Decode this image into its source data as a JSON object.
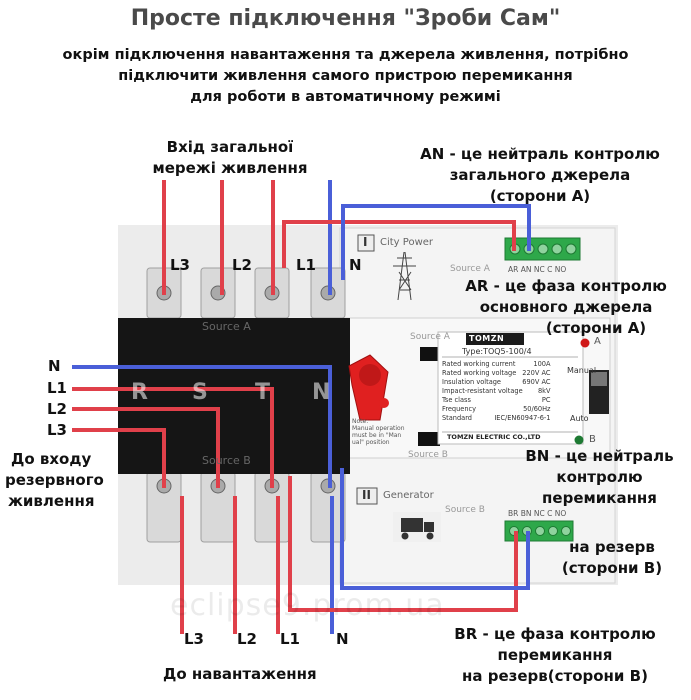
{
  "header": {
    "title": "Просте підключення \"Зроби Сам\"",
    "subtitle_lines": [
      "окрім підключення навантаження та джерела живлення, потрібно",
      "підключити живлення самого пристрою перемикання",
      "для роботи в автоматичному режимі"
    ]
  },
  "labels": {
    "main_input": [
      "Вхід загальної",
      "мережі живлення"
    ],
    "an_note": [
      "AN - це нейтраль контролю",
      "загального джерела",
      "(сторони А)"
    ],
    "ar_note": [
      "AR - це фаза контролю",
      "основного джерела",
      "(сторони А)"
    ],
    "bn_note": [
      "BN - це нейтраль",
      "контролю",
      "перемикання"
    ],
    "reserve_note": [
      "на резерв",
      "(сторони В)"
    ],
    "br_note": [
      "BR - це фаза контролю",
      "перемикання",
      "на резерв(сторони В)"
    ],
    "backup_input": [
      "До входу",
      "резервного",
      "живлення"
    ],
    "load": "До навантаження"
  },
  "phases": {
    "top": [
      "L3",
      "L2",
      "L1",
      "N"
    ],
    "left": [
      "N",
      "L1",
      "L2",
      "L3"
    ],
    "bottom": [
      "L3",
      "L2",
      "L1",
      "N"
    ]
  },
  "device": {
    "source_a": "Source A",
    "source_b": "Source B",
    "city_power": "City Power",
    "generator": "Generator",
    "roman_one": "I",
    "roman_two": "II",
    "brand": "TOMZN",
    "model": "Type:TOQ5-100/4",
    "specs": [
      [
        "Rated working current",
        "100A"
      ],
      [
        "Rated working voltage",
        "220V AC"
      ],
      [
        "Insulation voltage",
        "690V AC"
      ],
      [
        "Impact-resistant voltage",
        "8kV"
      ],
      [
        "Tse class",
        "PC"
      ],
      [
        "Frequency",
        "50/60Hz"
      ],
      [
        "Standard",
        "IEC/EN60947-6-1"
      ]
    ],
    "maker": "TOMZN ELECTRIC CO.,LTD",
    "note": [
      "Note:",
      "Manual operation",
      "must be in \"Man",
      "ual\" position"
    ],
    "manual": "Manual",
    "auto": "Auto",
    "led_a": "A",
    "led_b": "B",
    "rstn": [
      "R",
      "S",
      "T",
      "N"
    ],
    "terminal_a_labels": "AR AN NC C NO",
    "terminal_b_labels": "BR BN NC C NO",
    "watermark": "eclipse9.prom.ua"
  },
  "colors": {
    "phase_wire": "#e0404a",
    "neutral_wire": "#4a5fd8",
    "breaker": "#151515",
    "handle": "#e02020"
  }
}
